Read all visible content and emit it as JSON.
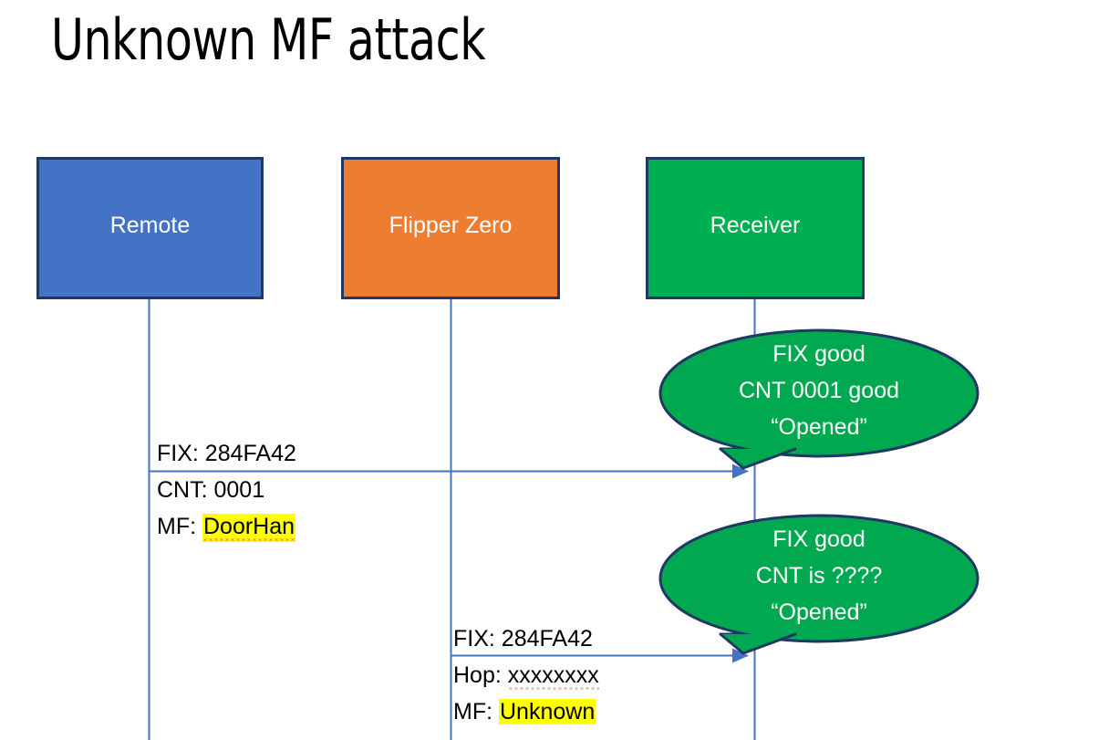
{
  "slide": {
    "title": "Unknown MF attack",
    "background": "#FFFFFF"
  },
  "colors": {
    "remote_fill": "#4472C4",
    "flipper_fill": "#ED7D31",
    "receiver_fill": "#00B050",
    "box_border": "#1F3864",
    "lifeline": "#4472C4",
    "arrow": "#4472C4",
    "callout_fill": "#00A94F",
    "callout_border": "#1F3864",
    "highlight": "#FFFF00",
    "spellcheck_underline": "#E03030"
  },
  "actors": [
    {
      "id": "remote",
      "label": "Remote"
    },
    {
      "id": "flipper",
      "label": "Flipper Zero"
    },
    {
      "id": "receiver",
      "label": "Receiver"
    }
  ],
  "messages": [
    {
      "id": "message-remote-to-receiver",
      "from": "remote",
      "to": "receiver",
      "lines": [
        {
          "label": "FIX: ",
          "value": "284FA42",
          "highlight": false,
          "spellcheck": false
        },
        {
          "label": "CNT: ",
          "value": "0001",
          "highlight": false,
          "spellcheck": false
        },
        {
          "label": "MF: ",
          "value": "DoorHan",
          "highlight": true,
          "spellcheck": true
        }
      ]
    },
    {
      "id": "message-flipper-to-receiver",
      "from": "flipper",
      "to": "receiver",
      "lines": [
        {
          "label": "FIX: ",
          "value": "284FA42",
          "highlight": false,
          "spellcheck": false
        },
        {
          "label": "Hop: ",
          "value": "xxxxxxxx",
          "highlight": false,
          "spellcheck": true
        },
        {
          "label": "MF: ",
          "value": "Unknown",
          "highlight": true,
          "spellcheck": false
        }
      ]
    }
  ],
  "callouts": [
    {
      "id": "callout-first-response",
      "line1": "FIX good",
      "line2": "CNT 0001 good",
      "line3": "“Opened”"
    },
    {
      "id": "callout-second-response",
      "line1": "FIX good",
      "line2": "CNT is ????",
      "line3": "“Opened”"
    }
  ]
}
